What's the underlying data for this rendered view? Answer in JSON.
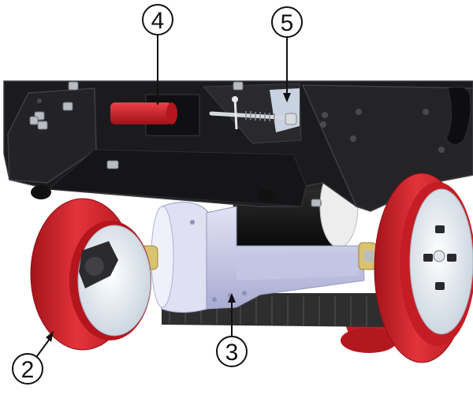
{
  "callouts": [
    {
      "label": "4",
      "part": "red-pin"
    },
    {
      "label": "5",
      "part": "spring-latch"
    },
    {
      "label": "2",
      "part": "left-drive-wheel"
    },
    {
      "label": "3",
      "part": "motor-gearbox"
    }
  ],
  "colors": {
    "frame": "#1b1b1d",
    "frame_edge": "#3a3a3e",
    "wheel_red": "#d8232a",
    "wheel_red_dark": "#9e1218",
    "hub": "#e9eef4",
    "motor_dark": "#141414",
    "motor_light": "#f2f2f2",
    "gearbox": "#cfd0ea",
    "gearbox_shade": "#aeb0d6",
    "brass": "#d9c270",
    "bolt": "#b9bcc2",
    "brush": "#2c2c2c",
    "pin_red": "#d41d24",
    "background": "#ffffff"
  }
}
